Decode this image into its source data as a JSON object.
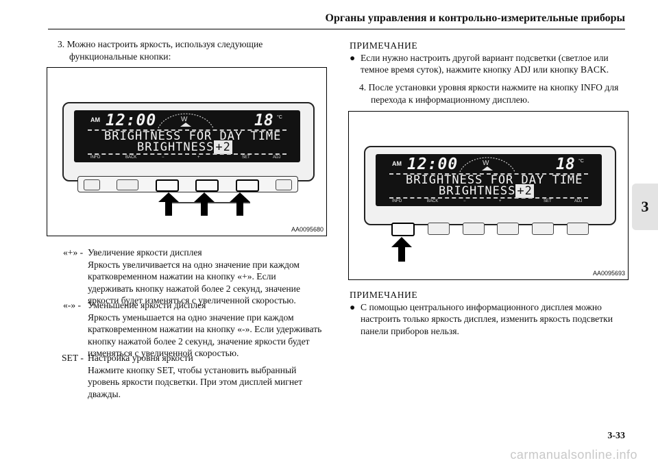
{
  "header": {
    "section_title": "Органы управления и контрольно-измерительные приборы"
  },
  "chapter_tab": "3",
  "step3": {
    "number": "3.",
    "line1": "Можно настроить яркость, используя следующие",
    "line2": "функциональные кнопки:"
  },
  "figure1": {
    "code": "AA0095680",
    "display": {
      "ampm": "AM",
      "clock": "12:00",
      "temp": "18",
      "temp_unit": "°C",
      "line1": "BRIGHTNESS FOR DAY TIME",
      "line2_label": "BRIGHTNESS",
      "line2_value": "+2",
      "keys": [
        "INFO",
        "BACK",
        "−",
        "+",
        "SET",
        "ADJ"
      ]
    }
  },
  "figure2": {
    "code": "AA0095693",
    "display": {
      "ampm": "AM",
      "clock": "12:00",
      "temp": "18",
      "temp_unit": "°C",
      "line1": "BRIGHTNESS FOR DAY TIME",
      "line2_label": "BRIGHTNESS",
      "line2_value": "+2",
      "keys": [
        "INFO",
        "BACK",
        "−",
        "+",
        "SET",
        "ADJ"
      ]
    }
  },
  "definitions": [
    {
      "key": "«+» -",
      "lines": [
        "Увеличение яркости дисплея",
        "Яркость увеличивается на одно значение при каждом",
        "кратковременном нажатии на кнопку «+». Если",
        "удерживать кнопку нажатой более 2 секунд, значение",
        "яркости будет изменяться с увеличенной скоростью."
      ]
    },
    {
      "key": "«-» -",
      "lines": [
        "Уменьшение яркости дисплея",
        "Яркость уменьшается на одно значение при каждом",
        "кратковременном нажатии на кнопку «-». Если удерживать",
        "кнопку нажатой более 2 секунд, значение яркости будет",
        "изменяться с увеличенной скоростью."
      ]
    },
    {
      "key": "SET -",
      "lines": [
        "Настройка уровня яркости",
        "Нажмите кнопку SET, чтобы установить выбранный",
        "уровень яркости подсветки. При этом дисплей мигнет",
        "дважды."
      ]
    }
  ],
  "note1": {
    "title": "ПРИМЕЧАНИЕ",
    "line1": "Если нужно настроить другой вариант подсветки (светлое или",
    "line2": "темное время суток), нажмите кнопку ADJ или кнопку BACK."
  },
  "step4": {
    "number": "4.",
    "line1": "После установки уровня яркости нажмите на кнопку INFO для",
    "line2": "перехода к информационному дисплею."
  },
  "note2": {
    "title": "ПРИМЕЧАНИЕ",
    "line1": "С помощью центрального информационного дисплея можно",
    "line2": "настроить только яркость дисплея, изменить яркость подсветки",
    "line3": "панели приборов нельзя."
  },
  "page_number": "3-33",
  "watermark": "carmanualsonline.info"
}
